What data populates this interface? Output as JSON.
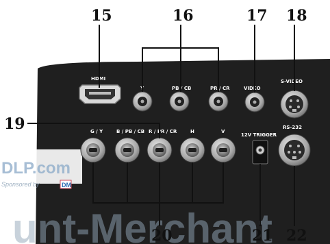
{
  "callouts": {
    "c15": "15",
    "c16": "16",
    "c17": "17",
    "c18": "18",
    "c19": "19",
    "c20": "20",
    "c21": "21",
    "c22": "22"
  },
  "ports": {
    "hdmi": "HDMI",
    "y": "Y",
    "pb_cb": "PB / CB",
    "pr_cr": "PR / CR",
    "video": "VIDEO",
    "svideo": "S-VIDEO",
    "g_y": "G / Y",
    "b_pb_cb": "B / PB / CB",
    "r_pr_cr": "R / PR / CR",
    "h": "H",
    "v": "V",
    "trigger": "12V TRIGGER",
    "rs232": "RS-232"
  },
  "watermark": {
    "site": "DLP.com",
    "sponsor": "Sponsored by",
    "sponsor_logo": "DM",
    "large": "unt-Merchant"
  },
  "colors": {
    "panel": "#1f1f1f",
    "connector_ring": "#b8b8b8",
    "callout_line": "#111111"
  }
}
